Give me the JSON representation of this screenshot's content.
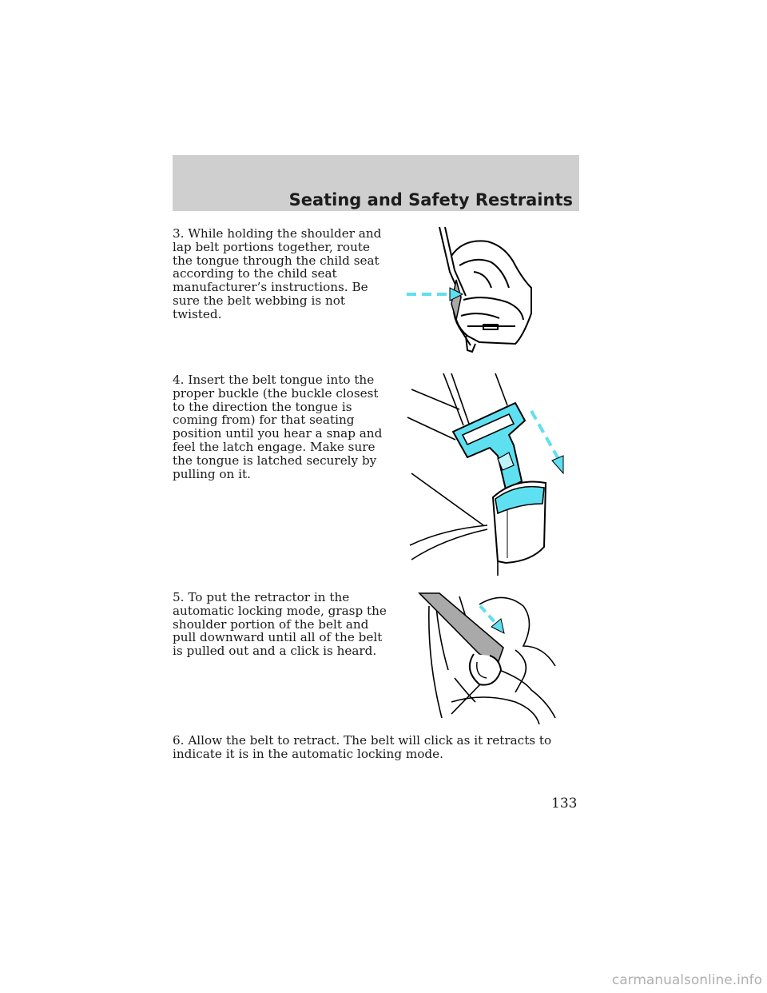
{
  "header": {
    "title": "Seating and Safety Restraints"
  },
  "steps": [
    {
      "text": "3. While holding the shoulder and lap belt portions together, route the tongue through the child seat according to the child seat manufacturer’s instructions. Be sure the belt webbing is not twisted."
    },
    {
      "text": "4. Insert the belt tongue into the proper buckle (the buckle closest to the direction the tongue is coming from) for that seating position until you hear a snap and feel the latch engage. Make sure the tongue is latched securely by pulling on it."
    },
    {
      "text": "5. To put the retractor in the automatic locking mode, grasp the shoulder portion of the belt and pull downward until all of the belt is pulled out and a click is heard."
    },
    {
      "text": "6. Allow the belt to retract. The belt will click as it retracts to indicate it is in the automatic locking mode."
    }
  ],
  "colors": {
    "accent": "#5ee0f0",
    "header_bg": "#cfcfcf",
    "belt_gray": "#a9a9a9"
  },
  "page_number": "133",
  "footer": {
    "watermark": "carmanualsonline.info"
  }
}
